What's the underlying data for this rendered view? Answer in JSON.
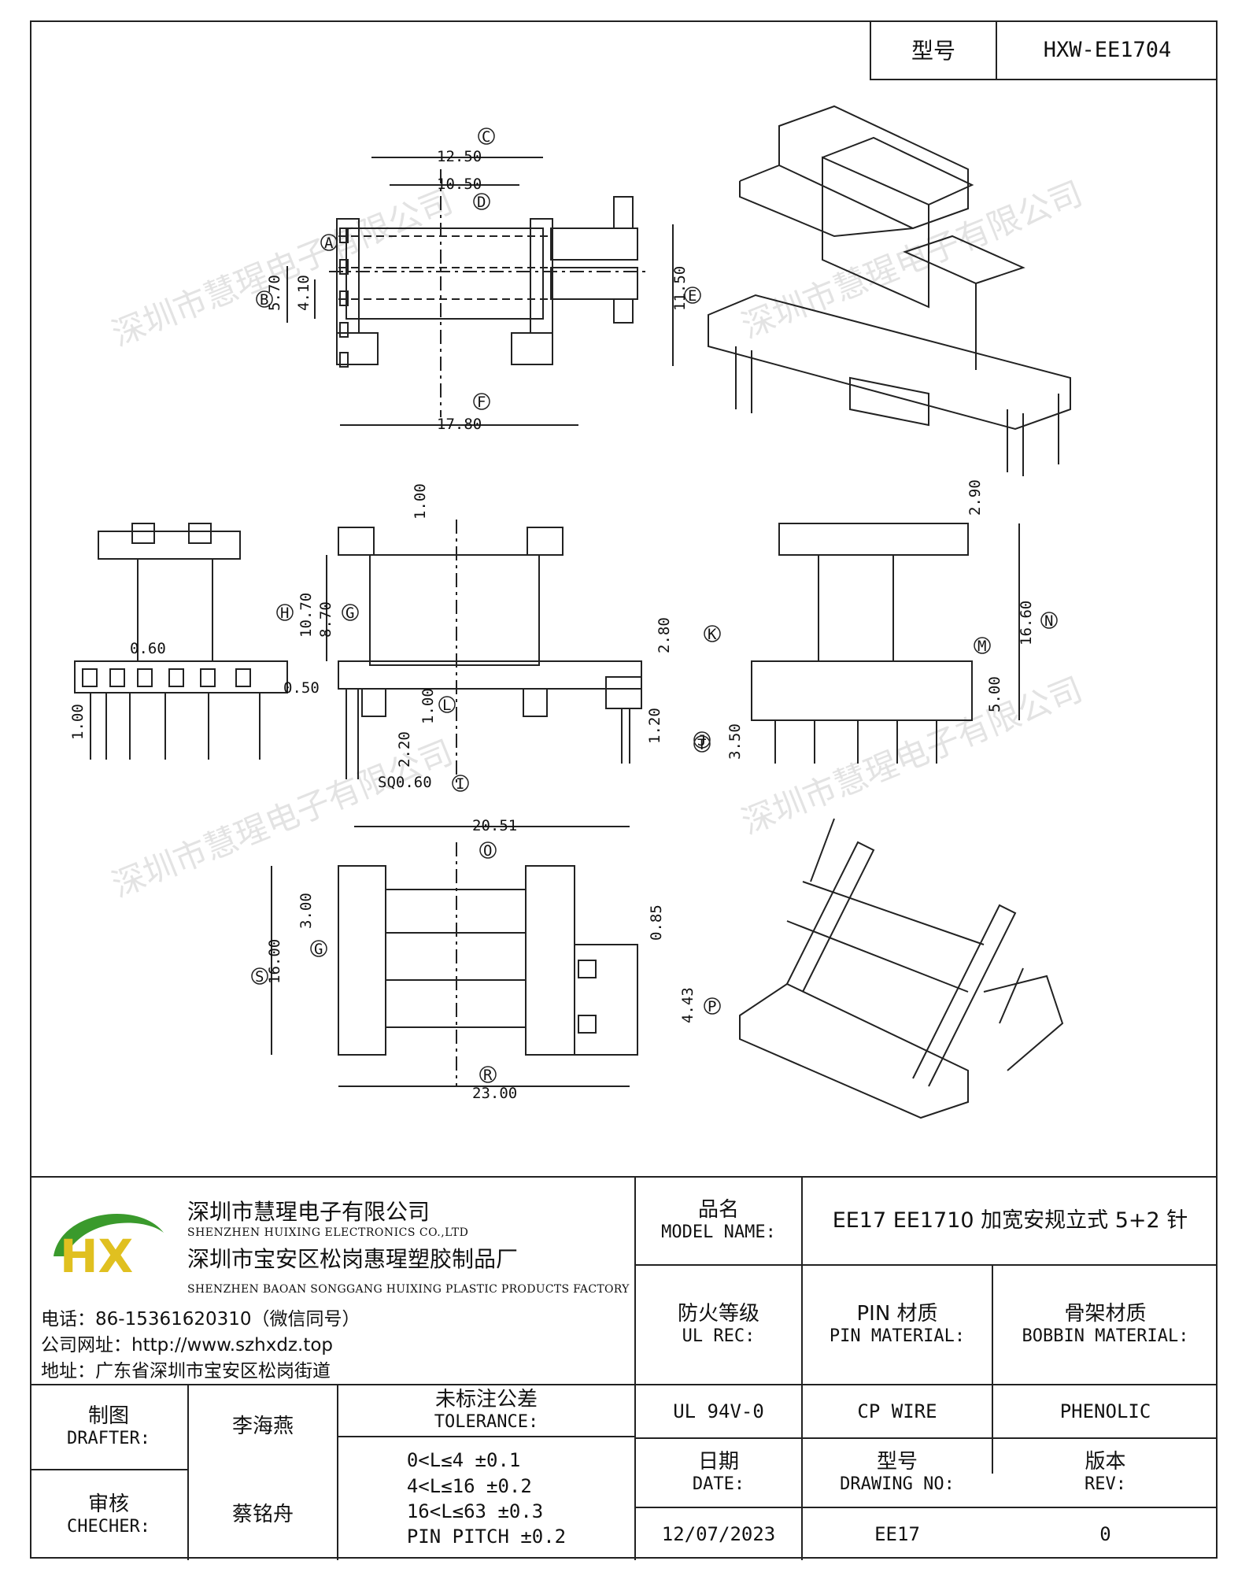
{
  "header": {
    "model_label": "型号",
    "model_value": "HXW-EE1704"
  },
  "dimensions": {
    "top_view": [
      "12.50",
      "10.50",
      "5.70",
      "4.10",
      "11.50",
      "17.80"
    ],
    "top_markers": [
      "C",
      "D",
      "A",
      "B",
      "E",
      "F"
    ],
    "front_view": [
      "1.00",
      "10.70",
      "8.70",
      "0.60",
      "0.50",
      "1.00",
      "2.20",
      "SQ0.60",
      "2.80",
      "1.20",
      "1.00"
    ],
    "front_markers": [
      "H",
      "G",
      "K",
      "L",
      "I",
      "J"
    ],
    "side_view": [
      "2.90",
      "16.60",
      "5.00",
      "3.50"
    ],
    "side_markers": [
      "N",
      "M",
      "T"
    ],
    "bottom_view": [
      "20.51",
      "3.00",
      "16.00",
      "0.85",
      "4.43",
      "23.00"
    ],
    "bottom_markers": [
      "O",
      "G",
      "S",
      "P",
      "R"
    ]
  },
  "watermark": "深圳市慧瑆电子有限公司",
  "company": {
    "name_cn": "深圳市慧瑆电子有限公司",
    "name_en": "SHENZHEN HUIXING ELECTRONICS CO.,LTD",
    "factory_cn": "深圳市宝安区松岗惠瑆塑胶制品厂",
    "factory_en": "SHENZHEN BAOAN SONGGANG HUIXING PLASTIC PRODUCTS FACTORY",
    "phone": "电话：86-15361620310（微信同号）",
    "website": "公司网址：http://www.szhxdz.top",
    "address": "地址：广东省深圳市宝安区松岗街道",
    "logo_text": "HX"
  },
  "title_block": {
    "model_name_cn": "品名",
    "model_name_en": "MODEL NAME:",
    "model_name_value": "EE17 EE1710 加宽安规立式 5+2 针",
    "ul_cn": "防火等级",
    "ul_en": "UL REC:",
    "pin_cn": "PIN 材质",
    "pin_en": "PIN MATERIAL:",
    "bobbin_cn": "骨架材质",
    "bobbin_en": "BOBBIN MATERIAL:",
    "ul_value": "UL 94V-0",
    "pin_value": "CP WIRE",
    "bobbin_value": "PHENOLIC",
    "date_cn": "日期",
    "date_en": "DATE:",
    "drawing_cn": "型号",
    "drawing_en": "DRAWING NO:",
    "rev_cn": "版本",
    "rev_en": "REV:",
    "date_value": "12/07/2023",
    "drawing_value": "EE17",
    "rev_value": "0",
    "drafter_cn": "制图",
    "drafter_en": "DRAFTER:",
    "drafter_name": "李海燕",
    "checker_cn": "审核",
    "checker_en": "CHECHER:",
    "checker_name": "蔡铭舟",
    "tolerance_cn": "未标注公差",
    "tolerance_en": "TOLERANCE:",
    "tolerance_lines": [
      "0<L≤4   ±0.1",
      "4<L≤16  ±0.2",
      "16<L≤63  ±0.3",
      "PIN PITCH  ±0.2"
    ]
  },
  "colors": {
    "line": "#222222",
    "logo_green": "#3a9a2c",
    "logo_yellow": "#e0c020",
    "watermark": "#d8d8d8"
  }
}
